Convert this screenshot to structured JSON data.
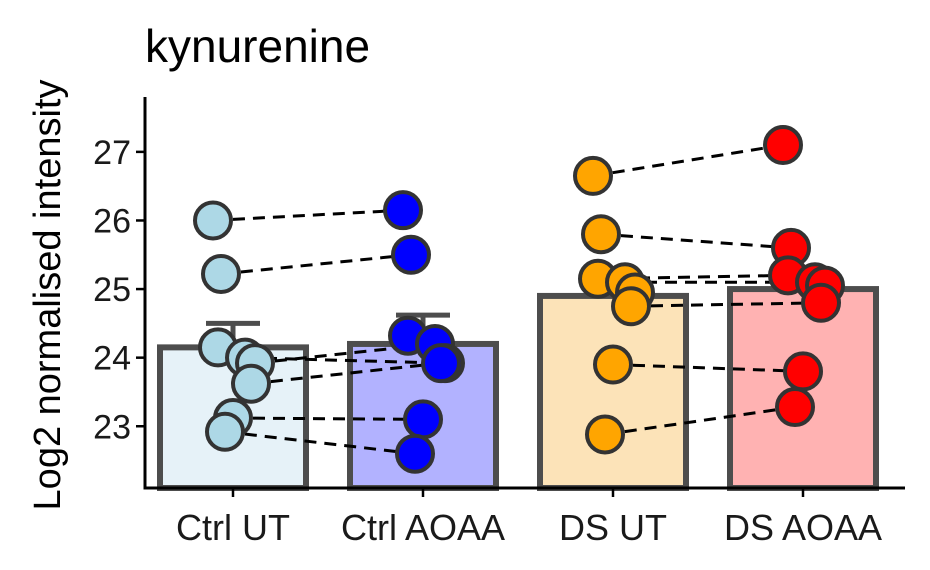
{
  "chart_data": {
    "type": "bar",
    "title": "kynurenine",
    "xlabel": "",
    "ylabel": "Log2 normalised intensity",
    "ylim": [
      22.1,
      27.8
    ],
    "yticks": [
      23,
      24,
      25,
      26,
      27
    ],
    "grid": false,
    "legend": "none",
    "categories": [
      "Ctrl UT",
      "Ctrl AOAA",
      "DS UT",
      "DS AOAA"
    ],
    "bar_fill_colors": [
      "#e6f2f8",
      "#b2b2ff",
      "#fce3b8",
      "#ffb2b2"
    ],
    "bar_edge_color": "#4d4d4d",
    "point_colors": [
      "#add8e6",
      "#0000ff",
      "#ffa500",
      "#ff0000"
    ],
    "point_edge_color": "#333333",
    "pair_line_style": "dashed",
    "series": [
      {
        "values": [
          24.15,
          24.2,
          24.9,
          25.0
        ],
        "error_upper": [
          24.5,
          24.62,
          null,
          null
        ],
        "points": [
          [
            26.0,
            25.22,
            24.15,
            24.0,
            23.92,
            23.62,
            23.12,
            22.92
          ],
          [
            26.15,
            25.5,
            24.32,
            24.2,
            23.92,
            23.92,
            23.1,
            22.6
          ],
          [
            26.65,
            25.8,
            25.15,
            25.1,
            24.95,
            24.75,
            23.9,
            22.88
          ],
          [
            27.1,
            25.6,
            25.2,
            25.1,
            25.05,
            24.8,
            23.8,
            23.28
          ]
        ],
        "pairs": [
          [
            [
              0,
              0
            ],
            [
              1,
              0
            ]
          ],
          [
            [
              0,
              1
            ],
            [
              1,
              1
            ]
          ],
          [
            [
              0,
              3
            ],
            [
              1,
              4
            ]
          ],
          [
            [
              0,
              4
            ],
            [
              1,
              3
            ]
          ],
          [
            [
              0,
              5
            ],
            [
              1,
              5
            ]
          ],
          [
            [
              0,
              6
            ],
            [
              1,
              6
            ]
          ],
          [
            [
              0,
              7
            ],
            [
              1,
              7
            ]
          ],
          [
            [
              2,
              0
            ],
            [
              3,
              0
            ]
          ],
          [
            [
              2,
              1
            ],
            [
              3,
              1
            ]
          ],
          [
            [
              2,
              2
            ],
            [
              3,
              2
            ]
          ],
          [
            [
              2,
              3
            ],
            [
              3,
              3
            ]
          ],
          [
            [
              2,
              5
            ],
            [
              3,
              5
            ]
          ],
          [
            [
              2,
              6
            ],
            [
              3,
              6
            ]
          ],
          [
            [
              2,
              7
            ],
            [
              3,
              7
            ]
          ]
        ]
      }
    ]
  }
}
